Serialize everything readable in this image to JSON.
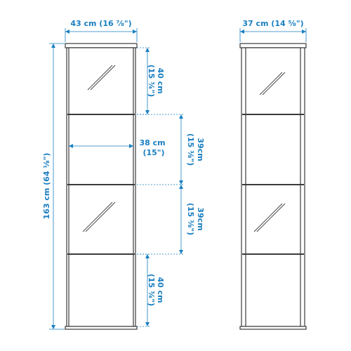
{
  "front_view": {
    "width_label": "43 cm (16 ⅞\")",
    "height_label": "163 cm (64 ⅛\")",
    "inner_width_label_line1": "38 cm",
    "inner_width_label_line2": "(15\")",
    "compartment_heights": [
      {
        "line1": "40 cm",
        "line2": "(15 ¾\")"
      },
      {
        "line1": "39cm",
        "line2": "(15 ⅜\")"
      },
      {
        "line1": "39cm",
        "line2": "(15 ⅜\")"
      },
      {
        "line1": "40 cm",
        "line2": "(15 ¾\")"
      }
    ]
  },
  "side_view": {
    "depth_label": "37 cm (14 ⅝\")"
  }
}
